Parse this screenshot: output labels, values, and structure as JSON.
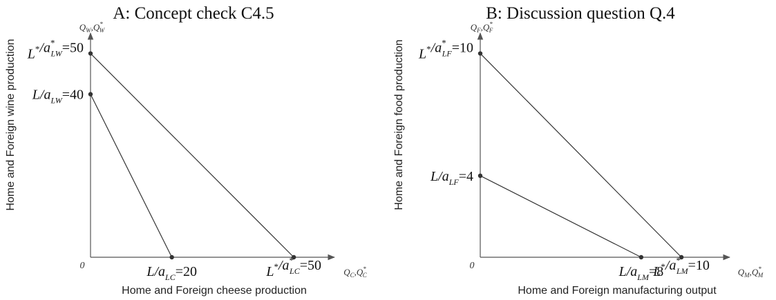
{
  "chart_data": [
    {
      "type": "line",
      "title": "A: Concept check C4.5",
      "xlabel": "Home and Foreign cheese production",
      "ylabel": "Home and Foreign wine production",
      "x_axis_var": {
        "q": "Q",
        "sub": "C",
        "q2": "Q",
        "sub2": "C",
        "sup2": "*"
      },
      "y_axis_var": {
        "q": "Q",
        "sub": "W",
        "q2": "Q",
        "sub2": "W",
        "sup2": "*"
      },
      "origin_label": "0",
      "xlim": [
        0,
        60
      ],
      "ylim": [
        0,
        55
      ],
      "series": [
        {
          "x": [
            0,
            20
          ],
          "y": [
            40,
            0
          ]
        },
        {
          "x": [
            0,
            50
          ],
          "y": [
            50,
            0
          ]
        }
      ],
      "y_ticks": [
        {
          "value": 40,
          "base": "L/a",
          "sup": "",
          "sub": "LW",
          "after": "=40"
        },
        {
          "value": 50,
          "base": "L",
          "sup": "*",
          "mid": "/a",
          "sub_sup": "*",
          "sub": "LW",
          "after": "=50"
        }
      ],
      "x_ticks": [
        {
          "value": 20,
          "base": "L/a",
          "sup": "",
          "sub": "LC",
          "after": "=20"
        },
        {
          "value": 50,
          "base": "L",
          "sup": "*",
          "mid": "/a",
          "sub_sup": "*",
          "sub": "LC",
          "after": "=50"
        }
      ]
    },
    {
      "type": "line",
      "title": "B: Discussion question Q.4",
      "xlabel": "Home and Foreign manufacturing output",
      "ylabel": "Home and Foreign food production",
      "x_axis_var": {
        "q": "Q",
        "sub": "M",
        "q2": "Q",
        "sub2": "M",
        "sup2": "*"
      },
      "y_axis_var": {
        "q": "Q",
        "sub": "F",
        "q2": "Q",
        "sub2": "F",
        "sup2": "*"
      },
      "origin_label": "0",
      "xlim": [
        0,
        12.4
      ],
      "ylim": [
        0,
        11
      ],
      "series": [
        {
          "x": [
            0,
            8
          ],
          "y": [
            4,
            0
          ]
        },
        {
          "x": [
            0,
            10
          ],
          "y": [
            10,
            0
          ]
        }
      ],
      "y_ticks": [
        {
          "value": 4,
          "base": "L/a",
          "sup": "",
          "sub": "LF",
          "after": "=4"
        },
        {
          "value": 10,
          "base": "L",
          "sup": "*",
          "mid": "/a",
          "sub_sup": "*",
          "sub": "LF",
          "after": "=10"
        }
      ],
      "x_ticks": [
        {
          "value": 8,
          "base": "L/a",
          "sup": "",
          "sub": "LM",
          "after": "=8"
        },
        {
          "value": 10,
          "base": "L",
          "sup": "*",
          "mid": "/a",
          "sub_sup": "*",
          "sub": "LM",
          "after": "=10"
        }
      ]
    }
  ]
}
